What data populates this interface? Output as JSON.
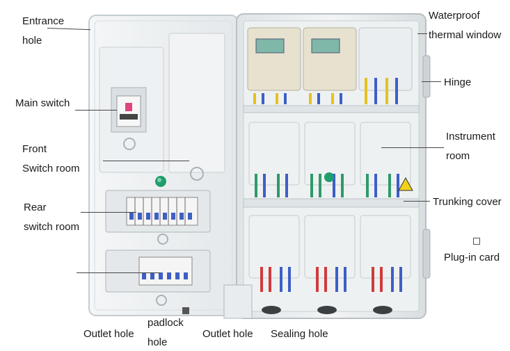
{
  "labels": {
    "entrance_hole": [
      "Entrance",
      "hole"
    ],
    "main_switch": "Main switch",
    "front_switch_room": [
      "Front",
      "Switch room"
    ],
    "rear_switch_room": [
      "Rear",
      "switch room"
    ],
    "outlet_hole_left": "Outlet hole",
    "padlock_hole": [
      "padlock",
      "hole"
    ],
    "outlet_hole_right": "Outlet hole",
    "sealing_hole": "Sealing hole",
    "waterproof_window": [
      "Waterproof",
      "thermal window"
    ],
    "hinge": "Hinge",
    "instrument_room": [
      "Instrument",
      "room"
    ],
    "trunking_cover": "Trunking cover",
    "plug_in_card": "Plug-in card"
  },
  "colors": {
    "cabinet_body": "#eef1f2",
    "cabinet_edge": "#c9cfd3",
    "door_window": "#e6eaec",
    "wire_red": "#cf3b3b",
    "wire_blue": "#3d5fc4",
    "wire_yellow": "#e5c21d",
    "wire_green": "#2f9a6a",
    "green_button": "#1f9e6e",
    "warning_yellow": "#f2d21a"
  }
}
